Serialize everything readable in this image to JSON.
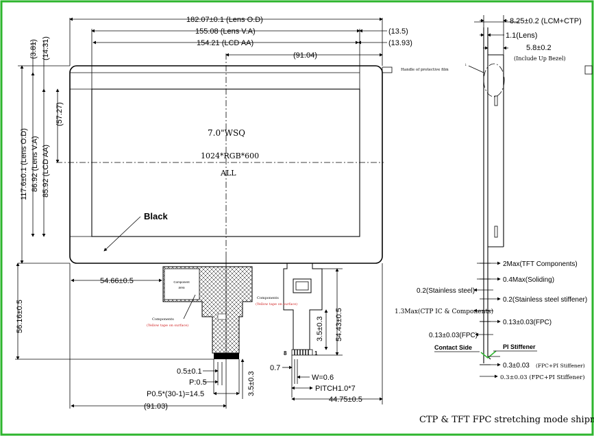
{
  "colors": {
    "frame": "#2db52d",
    "line": "#000000",
    "note": "#d02020"
  },
  "top_dims": {
    "lens_od": "182.07±0.1 (Lens O.D)",
    "lens_va": "155.08 (Lens V.A)",
    "lcd_aa": "154.21 (LCD AA)",
    "offset_1": "(13.5)",
    "offset_2": "(13.93)",
    "half": "(91.04)"
  },
  "left_dims": {
    "d1": "(3.81)",
    "d2": "(14.31)",
    "d3": "(57.27)",
    "lens_od": "117.6±0.1 (Lens O.D)",
    "lens_va": "86.92 (Lens V.A)",
    "lcd_aa": "85.92 (LCD AA)"
  },
  "panel": {
    "size": "7.0\"WSQ",
    "resolution": "1024*RGB*600",
    "mode": "ALL",
    "black": "Black",
    "handle_note": "Handle of protective film"
  },
  "bottom_dims": {
    "left_offset": "54.66±0.5",
    "height_total": "56.16±0.5",
    "pin_w": "0.5±0.1",
    "pitch": "P:0.5",
    "pin_span": "P0.5*(30-1)=14.5",
    "half": "(91.03)",
    "tail_len": "3.5±0.3",
    "ctp_len": "54.43±0.5",
    "ctp_tail": "3.5±0.3",
    "ctp_offset": "44.75±0.5",
    "ctp_pitch": "PITCH1.0*7",
    "ctp_w": "W=0.6",
    "ctp_gap": "0.7",
    "pin_8": "8",
    "pin_1": "1",
    "components_1": "Components",
    "components_1_sub": "(Yellow tape on surface)",
    "components_2": "Components",
    "components_2_sub": "(Yellow tape on surface)",
    "fpc_tag_1": "Component",
    "fpc_tag_2": "area"
  },
  "side_dims": {
    "total": "8.25±0.2 (LCM+CTP)",
    "lens": "1.1(Lens)",
    "bezel": "5.8±0.2",
    "bezel_sub": "(Include Up Bezel)",
    "tft_comp": "2Max(TFT Components)",
    "soliding": "0.4Max(Soliding)",
    "stainless": "0.2(Stainless steel)",
    "stainless_stiff": "0.2(Stainless steel stiffener)",
    "ctp_ic": "1.3Max(CTP IC & Components)",
    "fpc_1": "0.13±0.03(FPC)",
    "fpc_2": "0.13±0.03(FPC)",
    "pi_stiff": "PI Stiffener",
    "contact": "Contact Side",
    "fpc_pi_1": "0.3±0.03",
    "fpc_pi_1_note": "(FPC+PI Stiffener)",
    "fpc_pi_2": "0.3±0.03 (FPC+PI Stiffener)"
  },
  "footer": "CTP & TFT FPC stretching mode shipment"
}
